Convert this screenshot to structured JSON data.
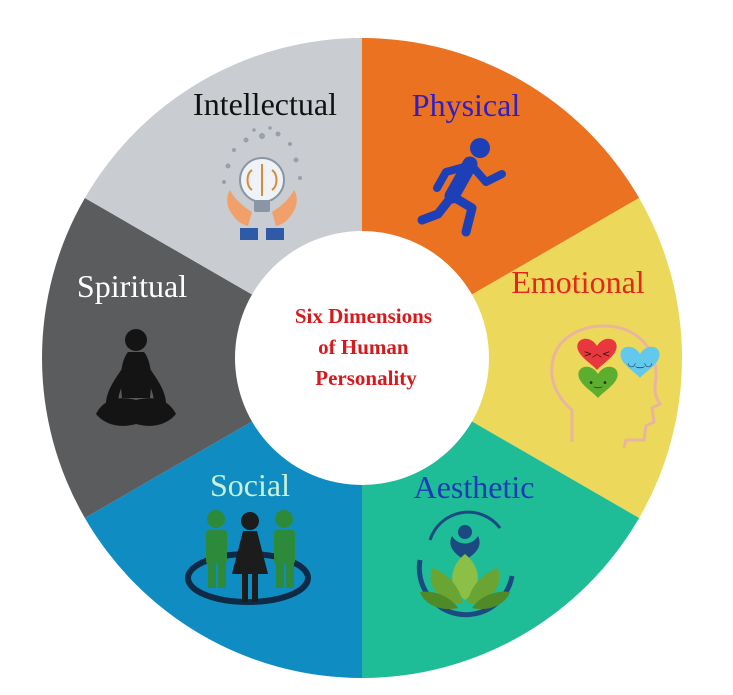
{
  "center": {
    "lines": [
      "Six Dimensions",
      "of  Human",
      "Personality"
    ],
    "text_color": "#d7191c"
  },
  "segments": [
    {
      "label": "Physical",
      "fill": "#eb7221",
      "label_color": "#2c1fc7",
      "icon": "running-person-icon"
    },
    {
      "label": "Emotional",
      "fill": "#ecd85a",
      "label_color": "#e4261b",
      "icon": "head-with-hearts-icon"
    },
    {
      "label": "Aesthetic",
      "fill": "#1fbc98",
      "label_color": "#1d3bb5",
      "icon": "lotus-leaves-icon"
    },
    {
      "label": "Social",
      "fill": "#0f8dc3",
      "label_color": "#c9f1d8",
      "icon": "group-of-people-icon"
    },
    {
      "label": "Spiritual",
      "fill": "#5b5c5e",
      "label_color": "#ffffff",
      "icon": "meditating-person-icon"
    },
    {
      "label": "Intellectual",
      "fill": "#c9ccd0",
      "label_color": "#111111",
      "icon": "lightbulb-brain-hands-icon"
    }
  ]
}
